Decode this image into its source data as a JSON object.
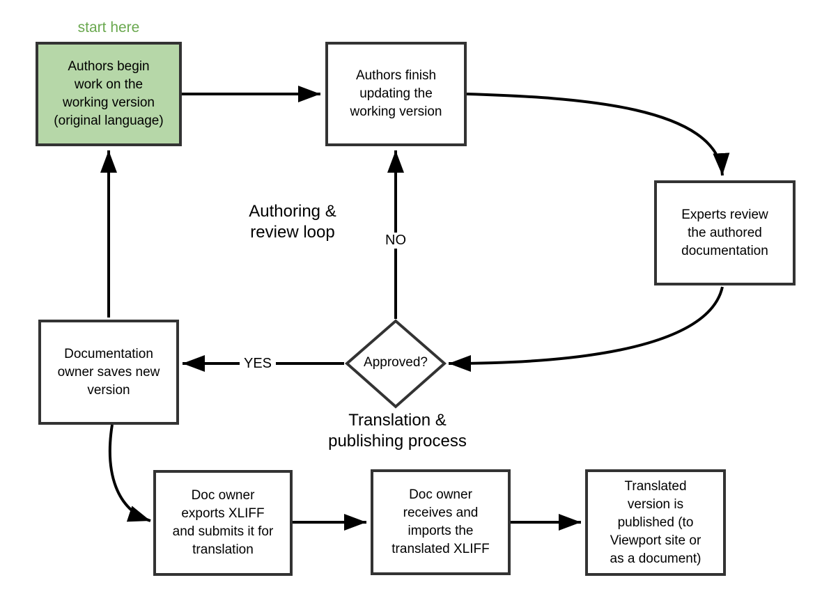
{
  "labels": {
    "start_here": "start here",
    "authoring_loop": [
      "Authoring &",
      "review loop"
    ],
    "translation_process": [
      "Translation &",
      "publishing process"
    ],
    "yes": "YES",
    "no": "NO"
  },
  "nodes": {
    "begin": {
      "lines": [
        "Authors begin",
        "work on the",
        "working version",
        "(original language)"
      ]
    },
    "finish": {
      "lines": [
        "Authors finish",
        "updating the",
        "working version"
      ]
    },
    "experts": {
      "lines": [
        "Experts review",
        "the authored",
        "documentation"
      ]
    },
    "saves": {
      "lines": [
        "Documentation",
        "owner saves new",
        "version"
      ]
    },
    "exports": {
      "lines": [
        "Doc owner",
        "exports XLIFF",
        "and submits it  for",
        "translation"
      ]
    },
    "imports": {
      "lines": [
        "Doc owner",
        "receives and",
        "imports the",
        "translated XLIFF"
      ]
    },
    "published": {
      "lines": [
        "Translated",
        "version is",
        "published (to",
        "Viewport site or",
        "as a document)"
      ]
    }
  },
  "decision": {
    "label": "Approved?"
  },
  "colors": {
    "start_fill": "#b6d7a8",
    "start_text": "#6aa84f",
    "node_border": "#333333",
    "node_fill": "#ffffff",
    "arrow": "#000000"
  }
}
